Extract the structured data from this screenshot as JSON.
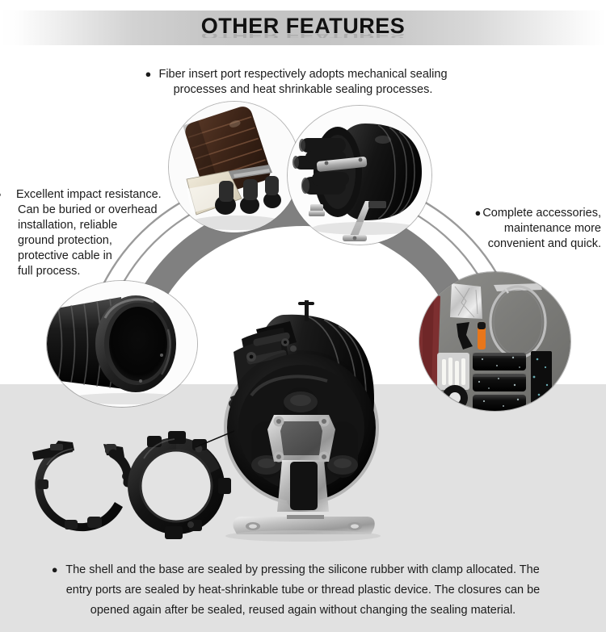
{
  "header": {
    "title": "OTHER FEATURES",
    "band_gradient_center": "#c3c3c3",
    "band_gradient_edge": "#ffffff",
    "title_color": "#111111"
  },
  "colors": {
    "page_background": "#ffffff",
    "lower_band_background": "#e1e1e1",
    "arc_fill": "#808080",
    "arc_outline": "#9a9a9a",
    "text": "#1b1b1b",
    "bullet": "#000000"
  },
  "features": {
    "top": {
      "bullet": "●",
      "lines": [
        "Fiber insert port respectively adopts mechanical sealing",
        "processes and heat shrinkable sealing processes."
      ]
    },
    "left": {
      "bullet": "●",
      "lines": [
        "Excellent impact resistance.",
        "Can be buried or overhead",
        "installation, reliable",
        "ground protection,",
        "protective cable in",
        "full process."
      ]
    },
    "right": {
      "bullet": "●",
      "lines": [
        "Complete accessories,",
        "maintenance more",
        "convenient and quick."
      ]
    },
    "bottom": {
      "bullet": "●",
      "lines": [
        "The shell and the base are sealed by pressing the silicone rubber with clamp allocated. The",
        "entry ports are sealed by heat-shrinkable tube or thread plastic device. The closures can be",
        "opened again after be sealed, reused again without changing the sealing material."
      ]
    }
  },
  "images": {
    "top_left": {
      "name": "brown-dome-closure-photo",
      "caption": "Brown dome fiber optic splice closure with multiple cable entry ports, shown on white circular frame"
    },
    "top_right": {
      "name": "black-dome-closure-ports-photo",
      "caption": "Black dome closure with four round cable ports, metal clamp bar and mounting bracket"
    },
    "left": {
      "name": "ribbed-dome-shell-photo",
      "caption": "Open end of a black ribbed dome closure shell"
    },
    "right": {
      "name": "accessory-kit-photo",
      "caption": "Accessory kit laid out on gray surface: sanding strip, foil pack, tools, orange marker, steel band, bag of white sticks, black tape roll and three heat-shrink tubes"
    },
    "main": {
      "name": "main-closure-assembly-photo",
      "caption": "Large black fiber optic closure opened with stainless steel mounting bracket and base"
    },
    "clamps": {
      "name": "clamp-rings-photo",
      "caption": "Two black plastic clamp rings, one open C-shape and one closed ring, connected by a pointer line to the main closure"
    }
  }
}
